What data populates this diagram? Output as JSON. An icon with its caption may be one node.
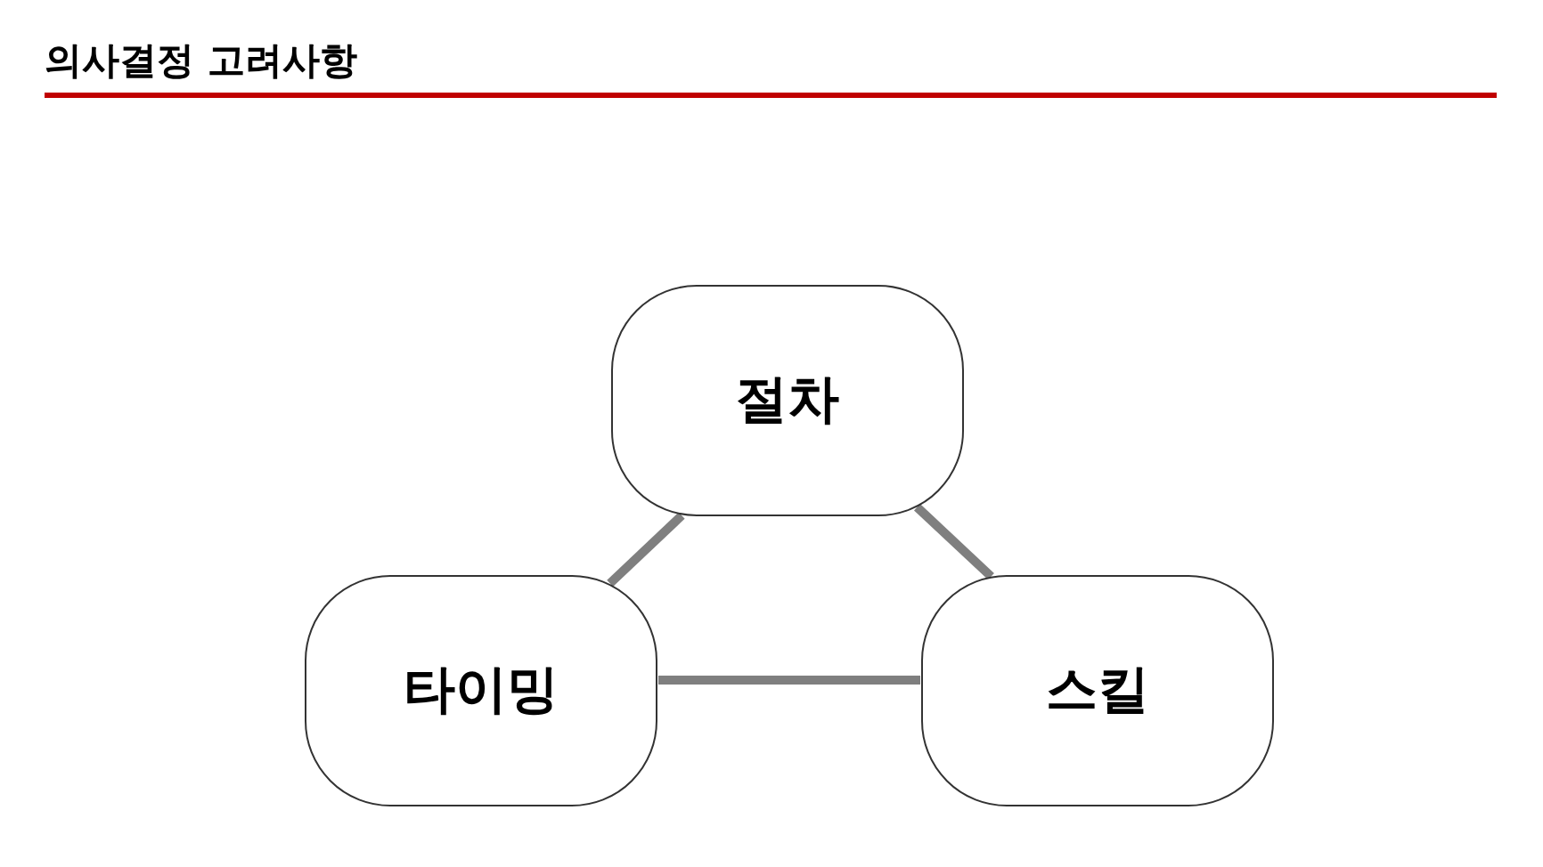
{
  "diagram": {
    "title": "의사결정 고려사항",
    "nodes": [
      {
        "text": [
          "절차"
        ]
      },
      {
        "text": [
          "타이밍"
        ]
      },
      {
        "text": [
          "스킬"
        ]
      }
    ],
    "edges": [
      {
        "from": 0,
        "to": 1,
        "arrow": "none"
      },
      {
        "from": 0,
        "to": 2,
        "arrow": "none"
      },
      {
        "from": 1,
        "to": 2,
        "arrow": "none"
      }
    ]
  }
}
